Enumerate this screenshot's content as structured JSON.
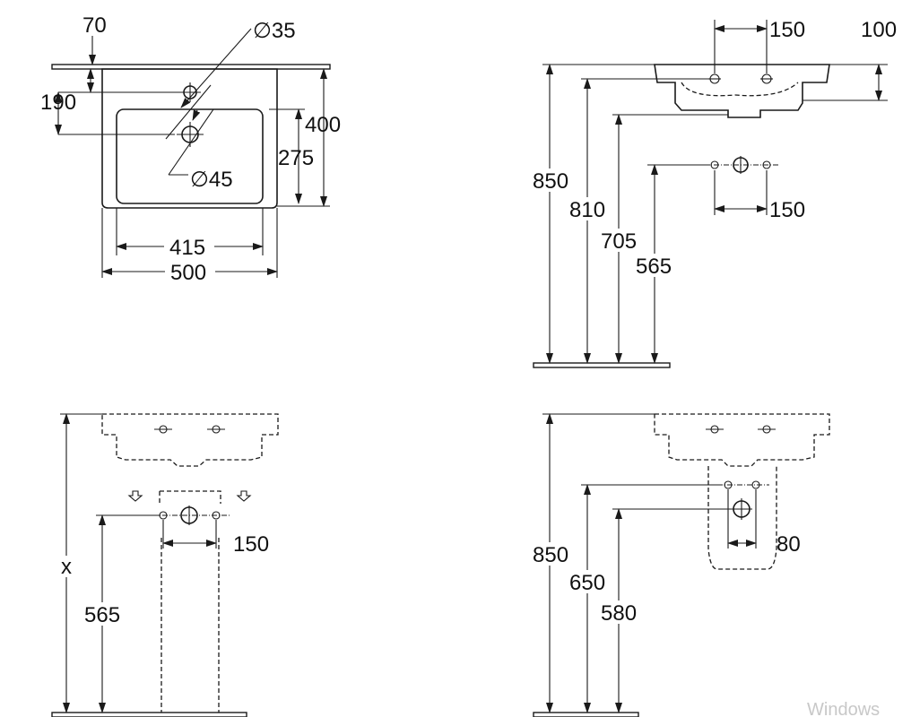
{
  "top_view": {
    "dim_70": "70",
    "dim_190": "190",
    "dim_400": "400",
    "dim_275": "275",
    "dim_415": "415",
    "dim_500": "500",
    "dia_35": "∅35",
    "dia_45": "∅45"
  },
  "side_view": {
    "dim_150_top": "150",
    "dim_100": "100",
    "dim_850": "850",
    "dim_810": "810",
    "dim_705": "705",
    "dim_565": "565",
    "dim_150_mid": "150"
  },
  "pedestal_view": {
    "dim_x": "x",
    "dim_565": "565",
    "dim_150": "150"
  },
  "semi_pedestal_view": {
    "dim_850": "850",
    "dim_650": "650",
    "dim_580": "580",
    "dim_80": "80"
  },
  "watermark": "Windows"
}
